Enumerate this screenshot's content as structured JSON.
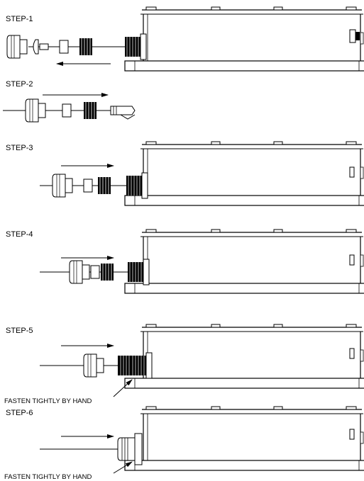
{
  "steps": [
    {
      "label": "STEP-1"
    },
    {
      "label": "STEP-2"
    },
    {
      "label": "STEP-3"
    },
    {
      "label": "STEP-4"
    },
    {
      "label": "STEP-5",
      "note": "FASTEN TIGHTLY BY HAND"
    },
    {
      "label": "STEP-6",
      "note": "FASTEN TIGHTLY BY HAND"
    }
  ],
  "colors": {
    "line": "#000000",
    "background": "#ffffff",
    "hatch": "#000000"
  }
}
